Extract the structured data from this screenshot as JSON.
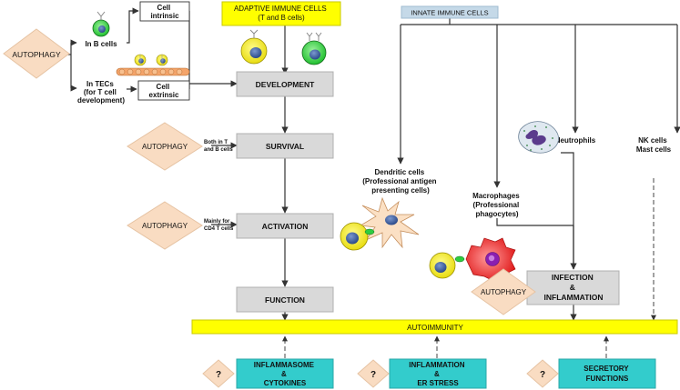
{
  "diagram": {
    "autophagy": {
      "main": "AUTOPHAGY",
      "survival": "AUTOPHAGY",
      "activation": "AUTOPHAGY",
      "infection": "AUTOPHAGY"
    },
    "b_cells": "In B cells",
    "tecs": [
      "In TECs",
      "(for T cell",
      "development)"
    ],
    "cell_intrinsic": [
      "Cell",
      "intrinsic"
    ],
    "cell_extrinsic": [
      "Cell",
      "extrinsic"
    ],
    "adaptive": [
      "ADAPTIVE IMMUNE CELLS",
      "(T and B cells)"
    ],
    "innate": "INNATE IMMUNE CELLS",
    "stages": {
      "development": "DEVELOPMENT",
      "survival": "SURVIVAL",
      "activation": "ACTIVATION",
      "function": "FUNCTION"
    },
    "survival_note": [
      "Both in T",
      "and B cells"
    ],
    "activation_note": [
      "Mainly for",
      "CD4 T cells"
    ],
    "dendritic": [
      "Dendritic cells",
      "(Professional antigen",
      "presenting cells)"
    ],
    "macrophages": [
      "Macrophages",
      "(Professional",
      "phagocytes)"
    ],
    "neutrophils": "Neutrophils",
    "nk_mast": [
      "NK cells",
      "Mast cells"
    ],
    "infection": [
      "INFECTION",
      "&",
      "INFLAMMATION"
    ],
    "autoimmunity": "AUTOIMMUNITY",
    "bottom": {
      "inflammasome": [
        "INFLAMMASOME",
        "&",
        "CYTOKINES"
      ],
      "er_stress": [
        "INFLAMMATION",
        "&",
        "ER STRESS"
      ],
      "secretory": [
        "SECRETORY",
        "FUNCTIONS"
      ],
      "question": "?"
    },
    "colors": {
      "diamond": "#f9dcc2",
      "stage_box": "#d9d9d9",
      "yellow": "#ffff00",
      "innate_box": "#c5d9e8",
      "teal": "#33cccc",
      "cell_green": "#2ecc40",
      "cell_yellow": "#f2ec2a",
      "nucleus": "#3a5a9a"
    }
  }
}
